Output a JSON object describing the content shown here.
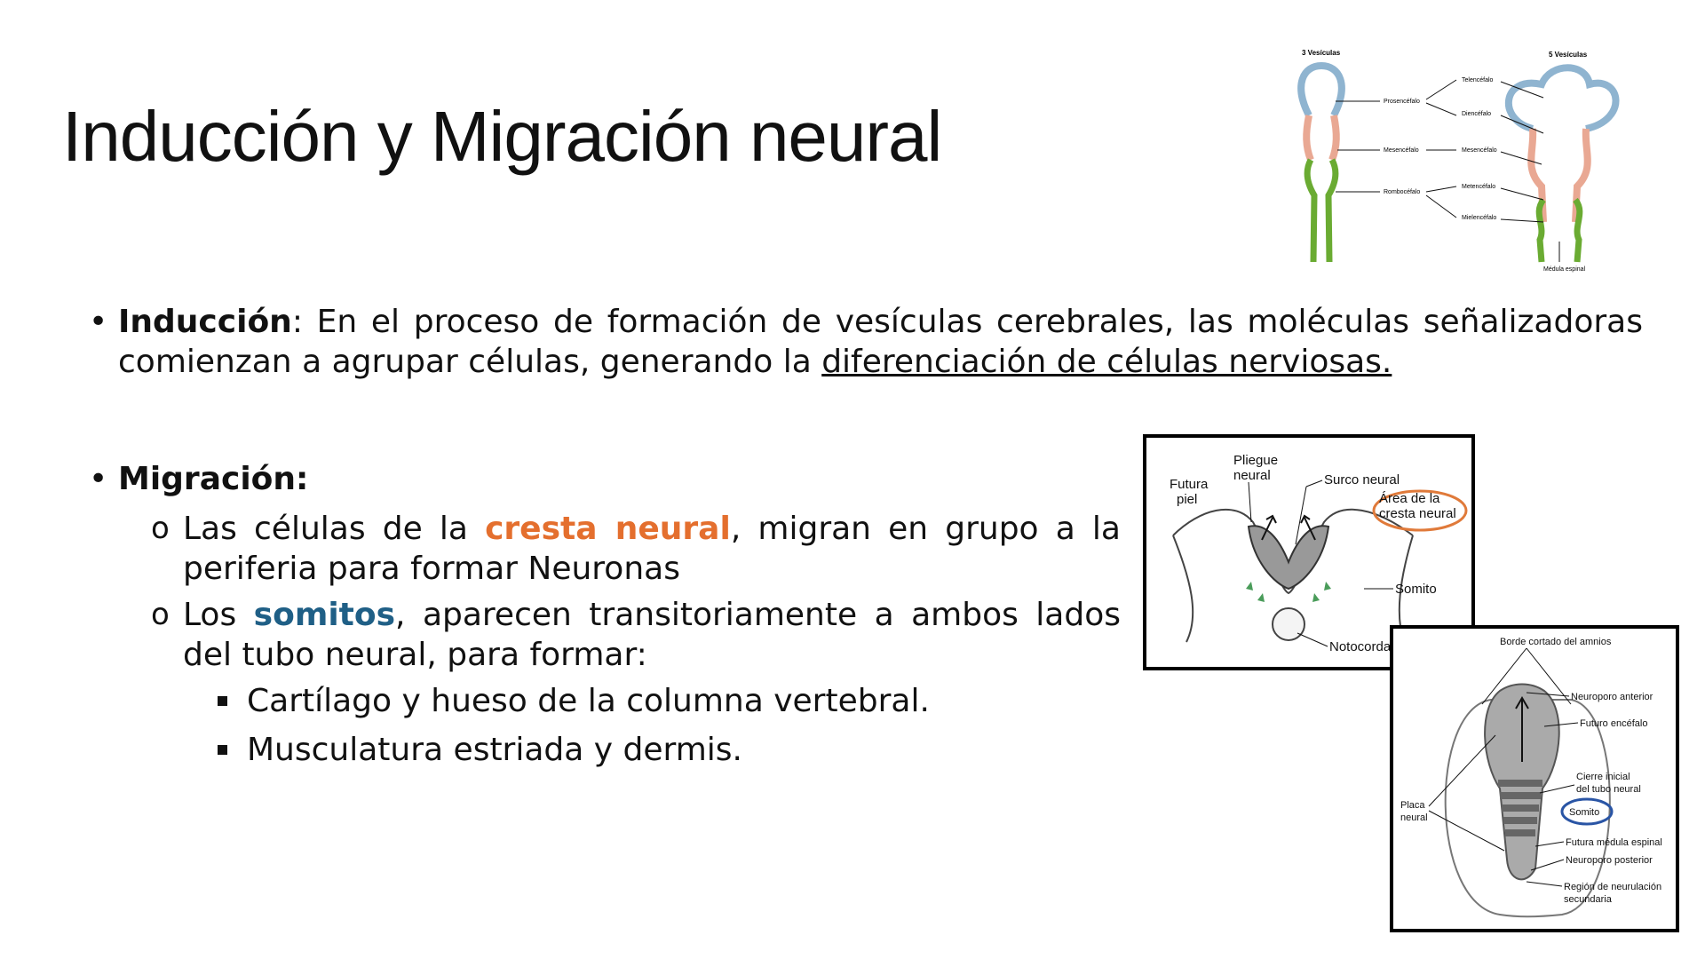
{
  "title": "Inducción y Migración neural",
  "bullet_symbol": "•",
  "induccion": {
    "label": "Inducción",
    "text": ": En el proceso de formación de vesículas cerebrales, las moléculas señalizadoras comienzan a agrupar células, generando la ",
    "underlined": "diferenciación de células nerviosas."
  },
  "migracion": {
    "label": "Migración:",
    "items": [
      {
        "symbol": "o",
        "pre": "Las células de la ",
        "highlight": "cresta neural",
        "post": ", migran en grupo a la periferia para formar Neuronas"
      },
      {
        "symbol": "o",
        "pre": "Los ",
        "highlight": "somitos",
        "post": ", aparecen transitoriamente a ambos lados del tubo neural, para formar:"
      }
    ],
    "subitems": [
      "Cartílago y hueso de la columna vertebral.",
      "Musculatura estriada y dermis."
    ]
  },
  "colors": {
    "orange_highlight": "#e46f2e",
    "blue_highlight": "#1f5f86",
    "prosencefalo_blue": "#b9d3e6",
    "mesencefalo_pink": "#f2b8a6",
    "rombencefalo_green": "#7fbf3f"
  },
  "vesicles_figure": {
    "left_title": "3 Vesículas",
    "right_title": "5 Vesículas",
    "left_labels": [
      "Prosencéfalo",
      "Mesencéfalo",
      "Rombocéfalo"
    ],
    "right_labels": [
      "Telencéfalo",
      "Diencéfalo",
      "Mesencéfalo",
      "Metencéfalo",
      "Mielencéfalo"
    ],
    "bottom_label": "Médula espinal"
  },
  "neural_fold_figure": {
    "labels": [
      "Pliegue",
      "neural",
      "Futura",
      "piel",
      "Surco neural",
      "Área de la",
      "cresta neural",
      "Somito",
      "Notocorda"
    ]
  },
  "embryo_figure": {
    "labels": [
      "Borde cortado del amnios",
      "Neuroporo anterior",
      "Futuro encéfalo",
      "Cierre inicial",
      "del tubo neural",
      "Somito",
      "Placa",
      "neural",
      "Futura médula espinal",
      "Neuroporo posterior",
      "Región de neurulación",
      "secundaria"
    ]
  }
}
